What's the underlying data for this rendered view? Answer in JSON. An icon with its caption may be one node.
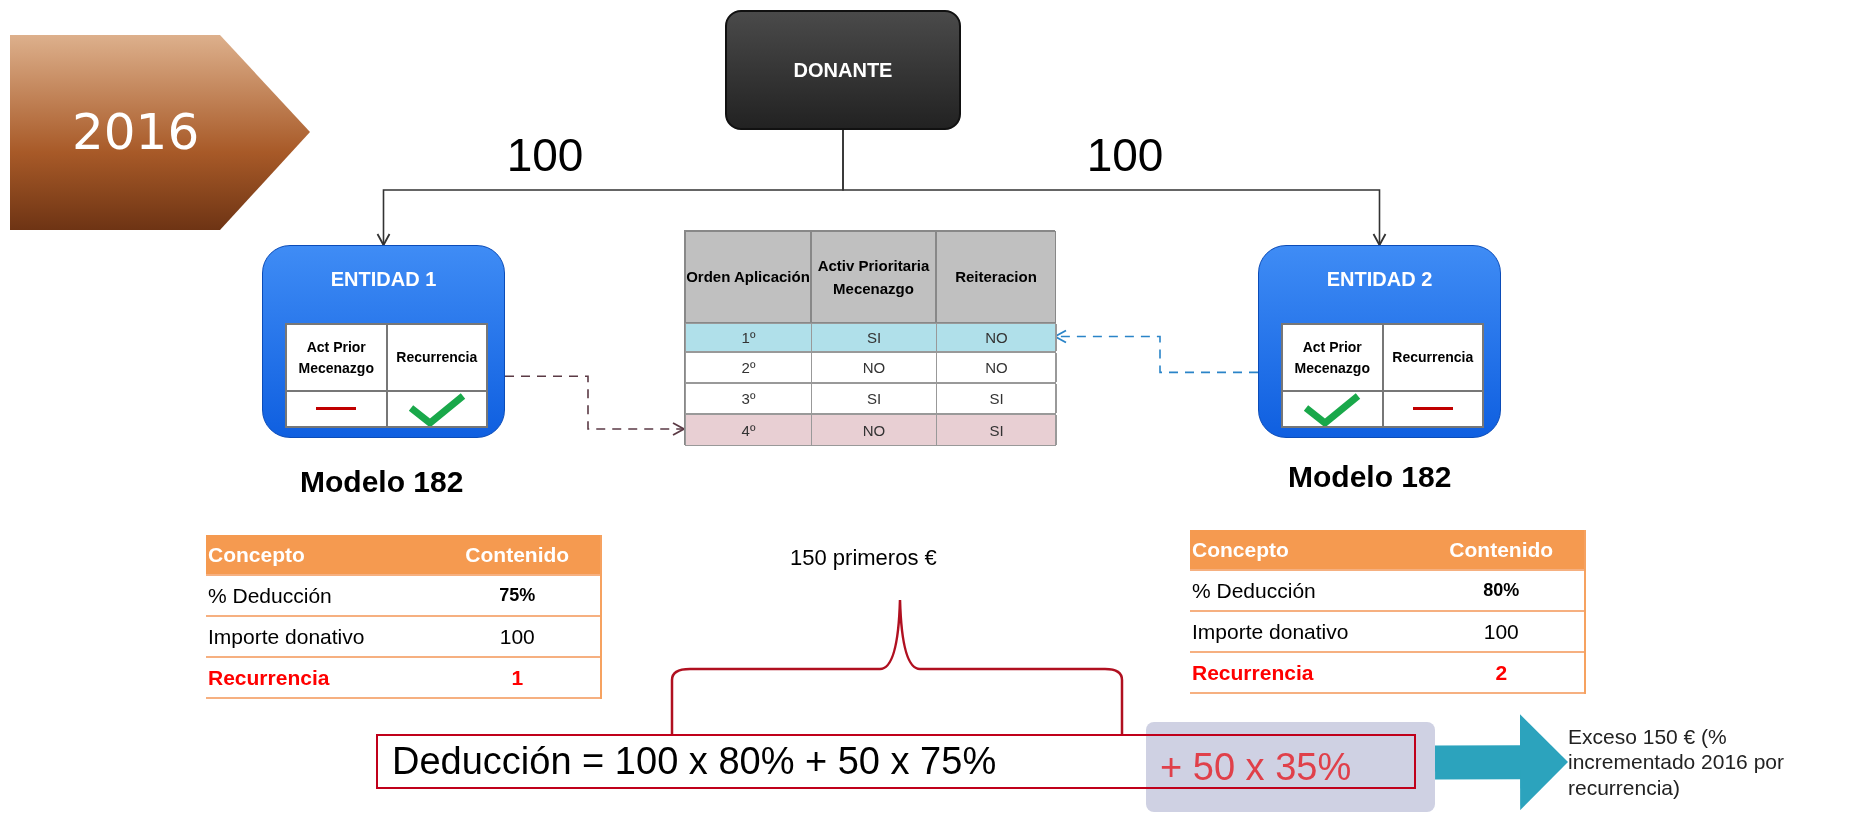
{
  "diagram": {
    "nodes": [
      {
        "text": [
          "2016"
        ]
      },
      {
        "text": [
          "DONANTE"
        ]
      },
      {
        "text": [
          "ENTIDAD 1",
          "Act Prior Mecenazgo",
          "Recurrencia"
        ],
        "beside": [
          "Modelo 182"
        ]
      },
      {
        "text": [
          "ENTIDAD 2",
          "Act Prior Mecenazgo",
          "Recurrencia"
        ],
        "beside": [
          "Modelo 182"
        ]
      },
      {
        "text": [
          "Orden Aplicación",
          "Activ Prioritaria Mecenazgo",
          "Reiteracion"
        ]
      },
      {
        "text": [
          "1º",
          "SI",
          "NO"
        ],
        "in": 4
      },
      {
        "text": [
          "2º",
          "NO",
          "NO"
        ],
        "in": 4
      },
      {
        "text": [
          "3º",
          "SI",
          "SI"
        ],
        "in": 4
      },
      {
        "text": [
          "4º",
          "NO",
          "SI"
        ],
        "in": 4
      },
      {
        "text": [
          "Deducción = 100 x 80% + 50 x 75%"
        ]
      },
      {
        "text": [
          "+ 50 x 35%"
        ]
      },
      {
        "text": [
          "Exceso 150 € (% incrementado 2016 por recurrencia)"
        ]
      }
    ],
    "edges": [
      {
        "from": 1,
        "to": 2,
        "arrow": "to",
        "label": "100"
      },
      {
        "from": 1,
        "to": 3,
        "arrow": "to",
        "label": "100"
      },
      {
        "from": 2,
        "to": 8,
        "arrow": "to",
        "style": "dashed",
        "color": "#5b3a45"
      },
      {
        "from": 3,
        "to": 5,
        "arrow": "to",
        "style": "dashed",
        "color": "#2a84c8"
      },
      {
        "from": 10,
        "to": 11,
        "arrow": "to",
        "style": "thick",
        "color": "#2ca3bd"
      }
    ],
    "labels": [
      "Concepto",
      "Contenido",
      "% Deducción",
      "75%",
      "Importe donativo",
      "100",
      "Recurrencia",
      "1",
      "150 primeros €",
      "Concepto",
      "Contenido",
      "% Deducción",
      "80%",
      "Importe donativo",
      "100",
      "Recurrencia",
      "2"
    ]
  }
}
